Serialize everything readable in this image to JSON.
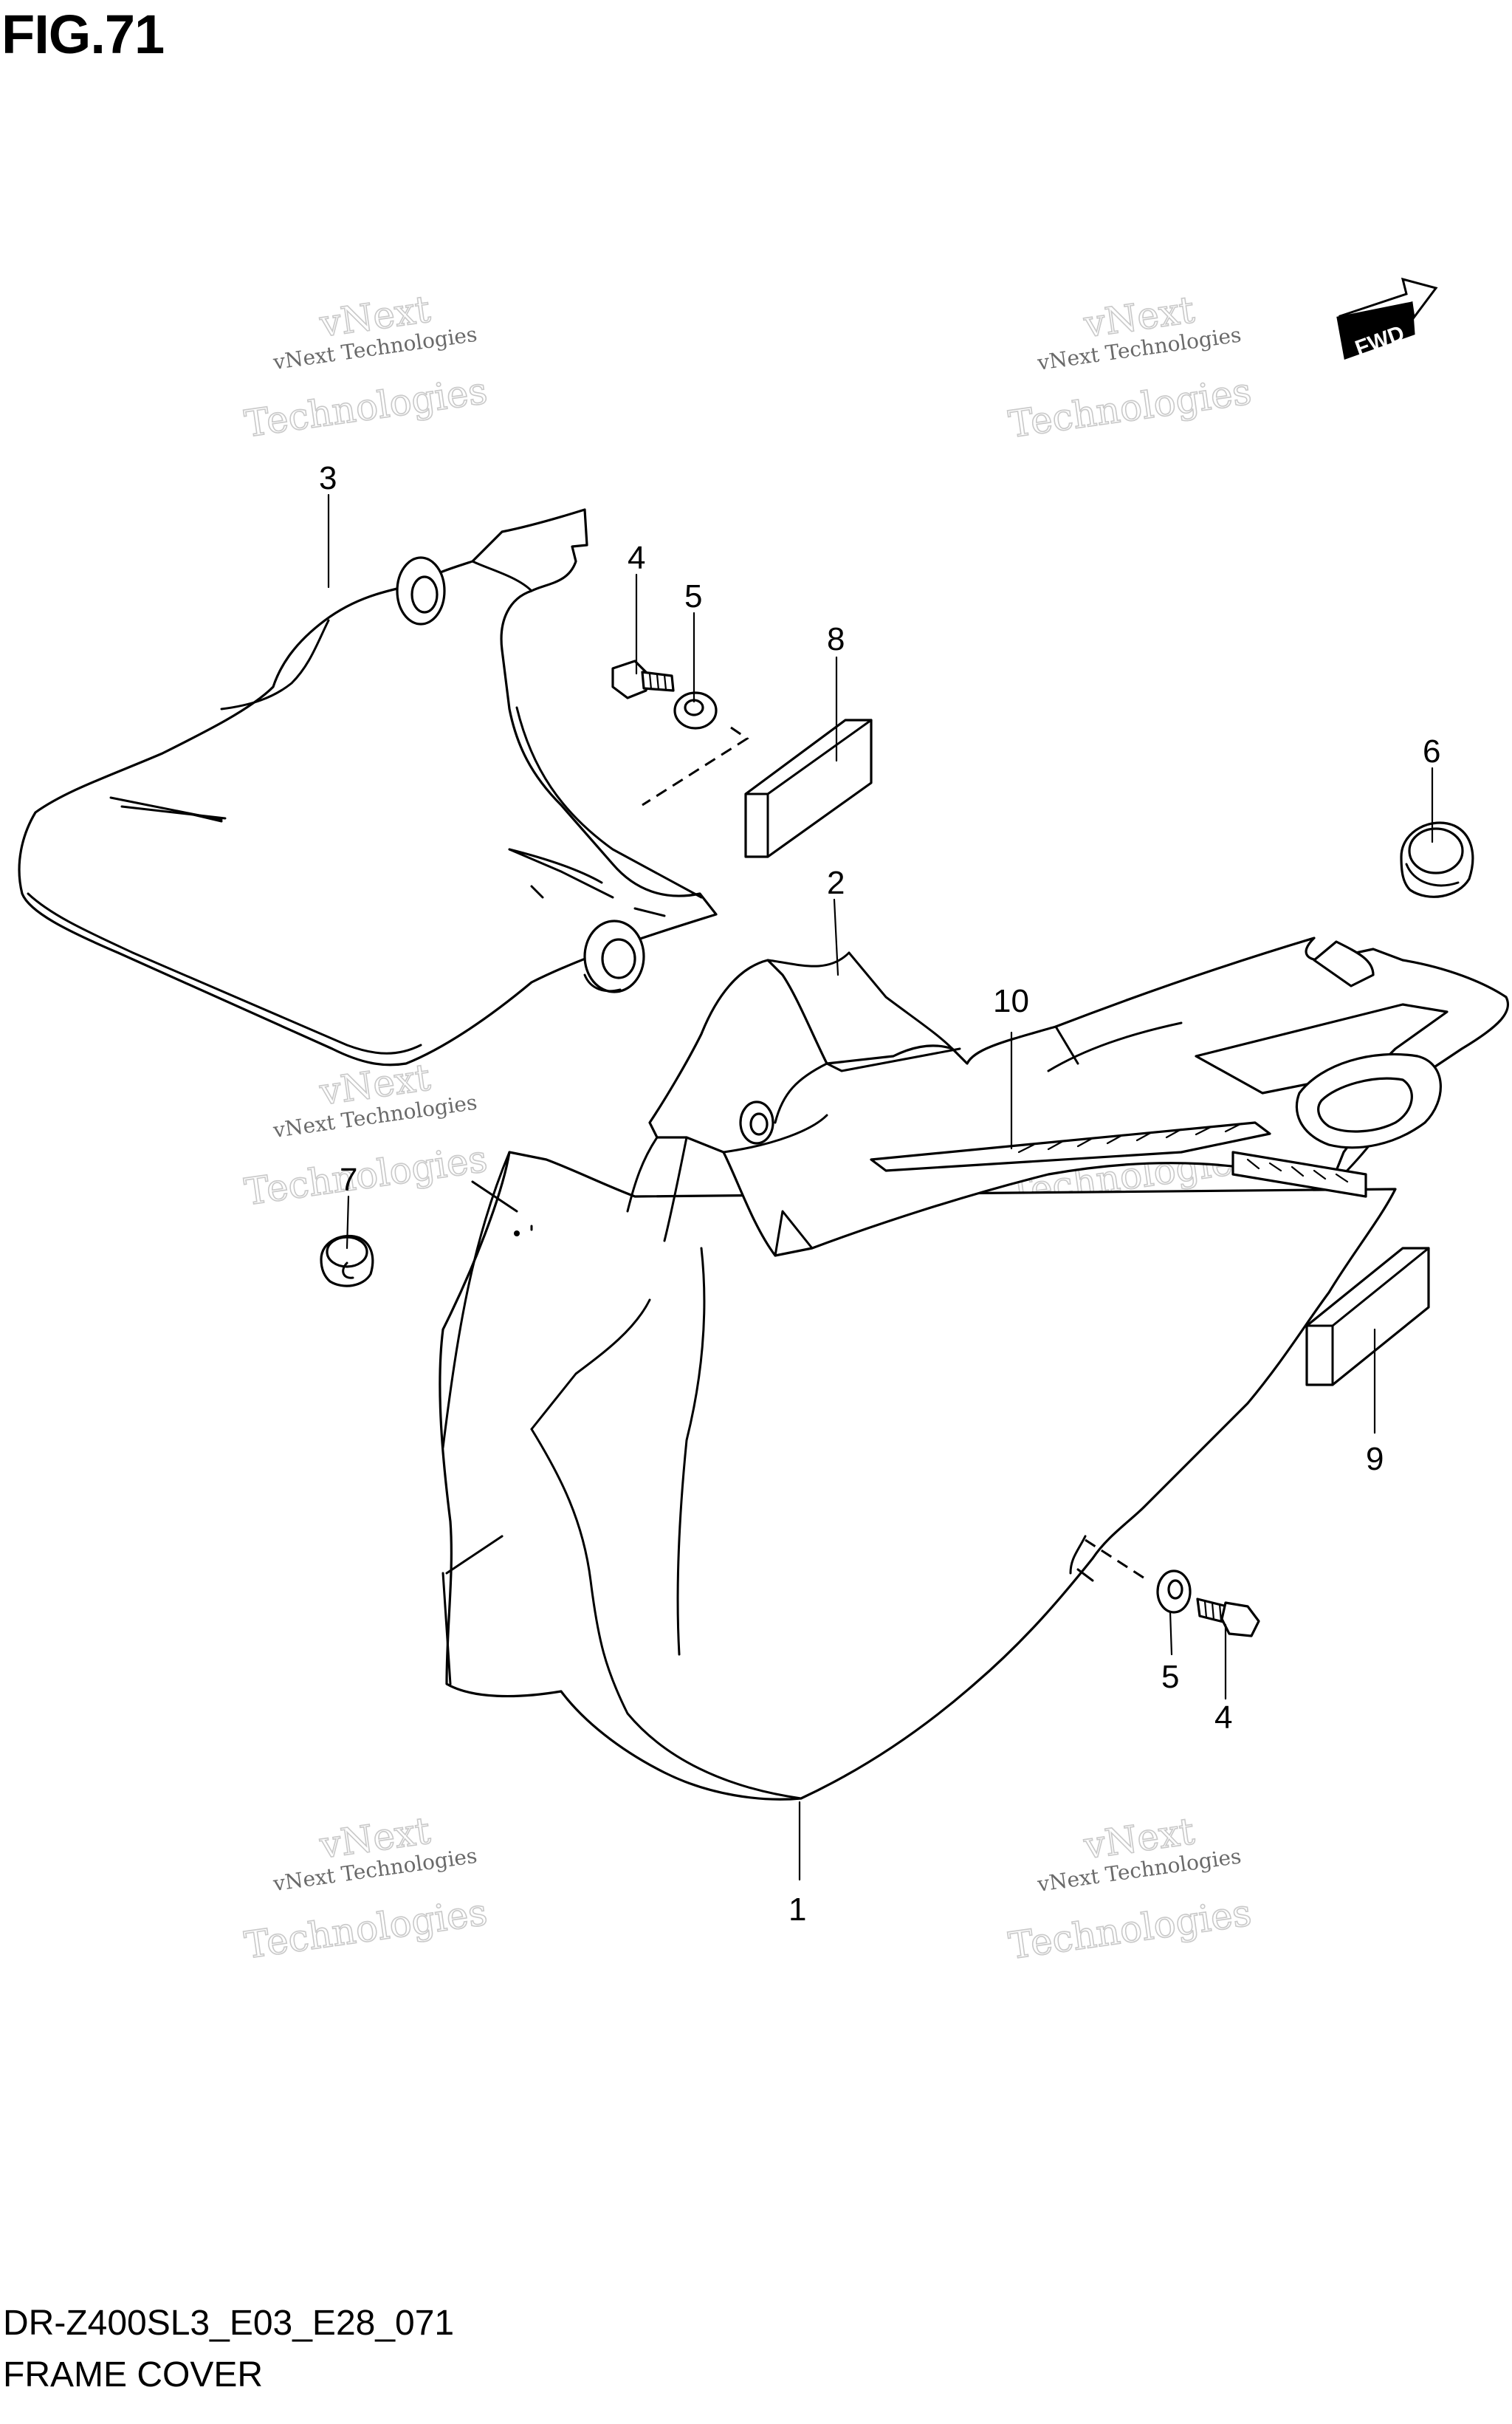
{
  "figure": {
    "title": "FIG.71",
    "diagram_code": "DR-Z400SL3_E03_E28_071",
    "diagram_name": "FRAME COVER"
  },
  "direction_badge": "FWD",
  "watermark": {
    "line1": "vNext Technologies",
    "line2": "Technologies",
    "line3": "vNext"
  },
  "callouts": [
    "1",
    "2",
    "3",
    "4",
    "5",
    "6",
    "7",
    "8",
    "9",
    "10",
    "4",
    "5"
  ]
}
